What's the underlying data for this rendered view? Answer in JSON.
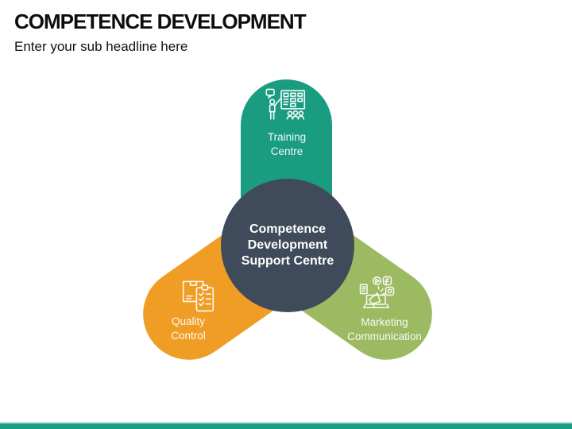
{
  "slide": {
    "title": "COMPETENCE DEVELOPMENT",
    "subtitle": "Enter your sub headline here"
  },
  "hub": {
    "label_lines": [
      "Competence",
      "Development",
      "Support Centre"
    ],
    "bg_color": "#3F4A5B",
    "text_color": "#FFFFFF"
  },
  "branches": [
    {
      "id": "training-centre",
      "label_lines": [
        "Training",
        "Centre"
      ],
      "color": "#1A9C81",
      "icon": "presenter-board-audience-icon",
      "position": "top"
    },
    {
      "id": "quality-control",
      "label_lines": [
        "Quality",
        "Control"
      ],
      "color": "#F09D26",
      "icon": "package-checklist-icon",
      "position": "bottom-left"
    },
    {
      "id": "marketing-communication",
      "label_lines": [
        "Marketing",
        "Communication"
      ],
      "color": "#9CBA61",
      "icon": "megaphone-social-media-icon",
      "position": "bottom-right"
    }
  ],
  "footer": {
    "bar_color": "#189E85"
  }
}
